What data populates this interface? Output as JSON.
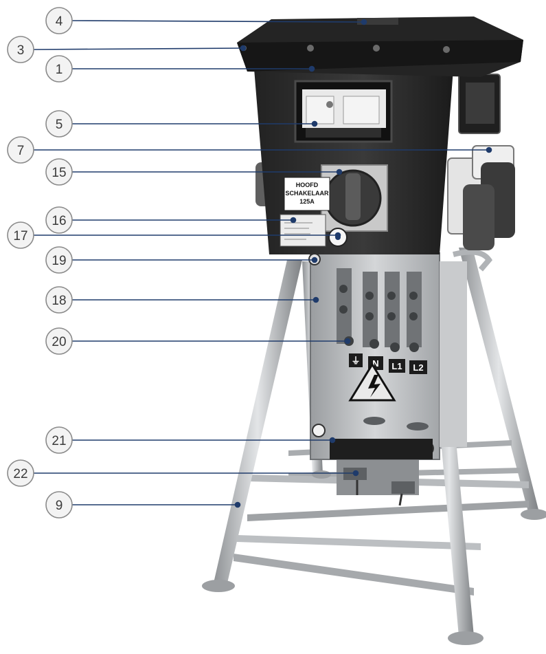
{
  "callouts": [
    "4",
    "3",
    "1",
    "5",
    "7",
    "15",
    "16",
    "17",
    "19",
    "18",
    "20",
    "21",
    "22",
    "9"
  ],
  "label_sticker": [
    "HOOFD",
    "SCHAKELAAR",
    "125A"
  ],
  "terminals": [
    "N",
    "L1",
    "L2"
  ],
  "colors": {
    "leader": "#1f3b6b",
    "circle_stroke": "#8a8a8a",
    "housing": "#2c2c2c",
    "steel": "#b9bcbf"
  }
}
